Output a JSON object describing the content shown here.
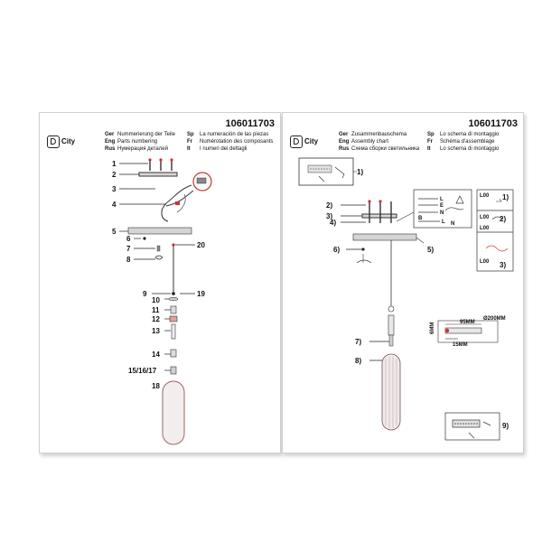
{
  "doc_code": "106011703",
  "brand": "City",
  "left_page": {
    "col1": [
      {
        "k": "Ger",
        "t": "Nummerierung der Teile"
      },
      {
        "k": "Eng",
        "t": "Parts numbering"
      },
      {
        "k": "Rus",
        "t": "Нумерация деталей"
      }
    ],
    "col2": [
      {
        "k": "Sp",
        "t": "La numeración de las piezas"
      },
      {
        "k": "Fr",
        "t": "Numérotation des composants"
      },
      {
        "k": "It",
        "t": "I numeri dei dettagli"
      }
    ],
    "labels": [
      "1",
      "2",
      "3",
      "4",
      "5",
      "6",
      "7",
      "8",
      "9",
      "10",
      "11",
      "12",
      "13",
      "14",
      "15/16/17",
      "18",
      "19",
      "20"
    ]
  },
  "right_page": {
    "col1": [
      {
        "k": "Ger",
        "t": "Zusammenbauschema"
      },
      {
        "k": "Eng",
        "t": "Assembly chart"
      },
      {
        "k": "Rus",
        "t": "Схема сборки светильника"
      }
    ],
    "col2": [
      {
        "k": "Sp",
        "t": "Lo schema di montaggio"
      },
      {
        "k": "Fr",
        "t": "Schéma d'assemblage"
      },
      {
        "k": "It",
        "t": "Lo schema di montaggio"
      }
    ],
    "labels": [
      "1)",
      "2)",
      "3)",
      "4)",
      "5)",
      "6)",
      "7)",
      "8)",
      "9)"
    ],
    "wiring": {
      "l": "L",
      "e": "E",
      "n": "N",
      "b": "B"
    },
    "panel_labels": [
      "1)",
      "2)",
      "3)"
    ],
    "panel_tags": [
      "L00",
      "L00",
      "L00",
      "L00"
    ],
    "dims": {
      "dia": "Ø200MM",
      "a": "95MM",
      "b": "15MM",
      "h": "6MM"
    }
  }
}
